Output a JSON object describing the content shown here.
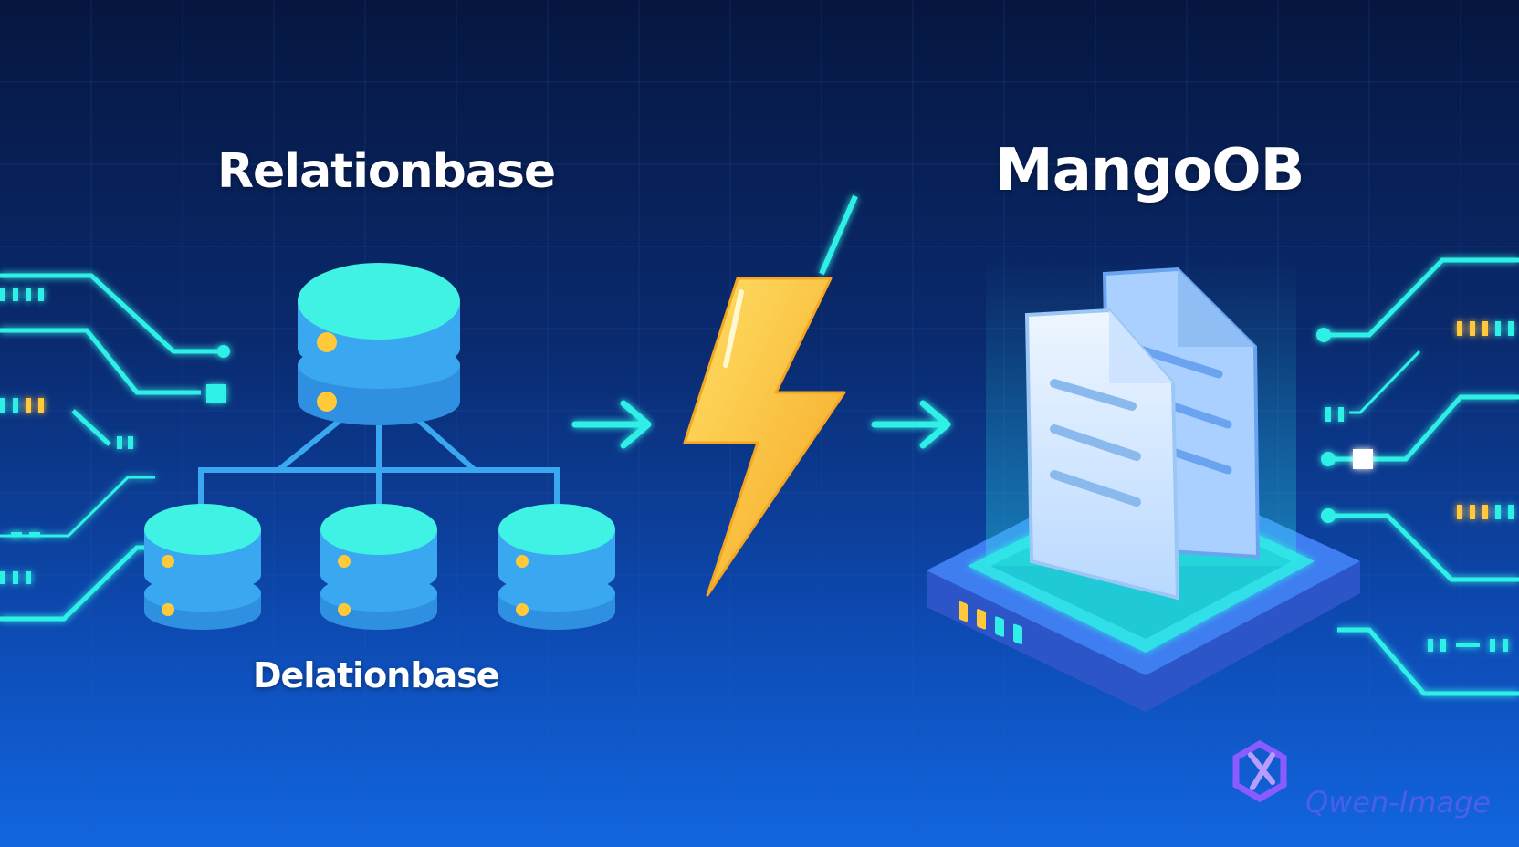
{
  "labels": {
    "relational_title": "Relationbase",
    "document_title": "MangoOB",
    "relational_caption": "Delationbase",
    "watermark": "Qwen-Image"
  },
  "colors": {
    "background_top": "#06163f",
    "background_bottom": "#1266e0",
    "neon_cyan": "#2ef0e6",
    "database_blue": "#3aa8f0",
    "database_cyan": "#3ff2e4",
    "lightning_yellow": "#ffd23f",
    "lightning_orange": "#f5a623",
    "document_light": "#dceeff",
    "platform_blue": "#3f7ef0",
    "led_yellow": "#ffc93a",
    "watermark_purple": "#7b5cff"
  },
  "icons": [
    "relational-database-tree-icon",
    "right-arrow-icon",
    "lightning-bolt-icon",
    "document-database-platform-icon",
    "circuit-trace-icon",
    "qwen-logo-icon"
  ]
}
